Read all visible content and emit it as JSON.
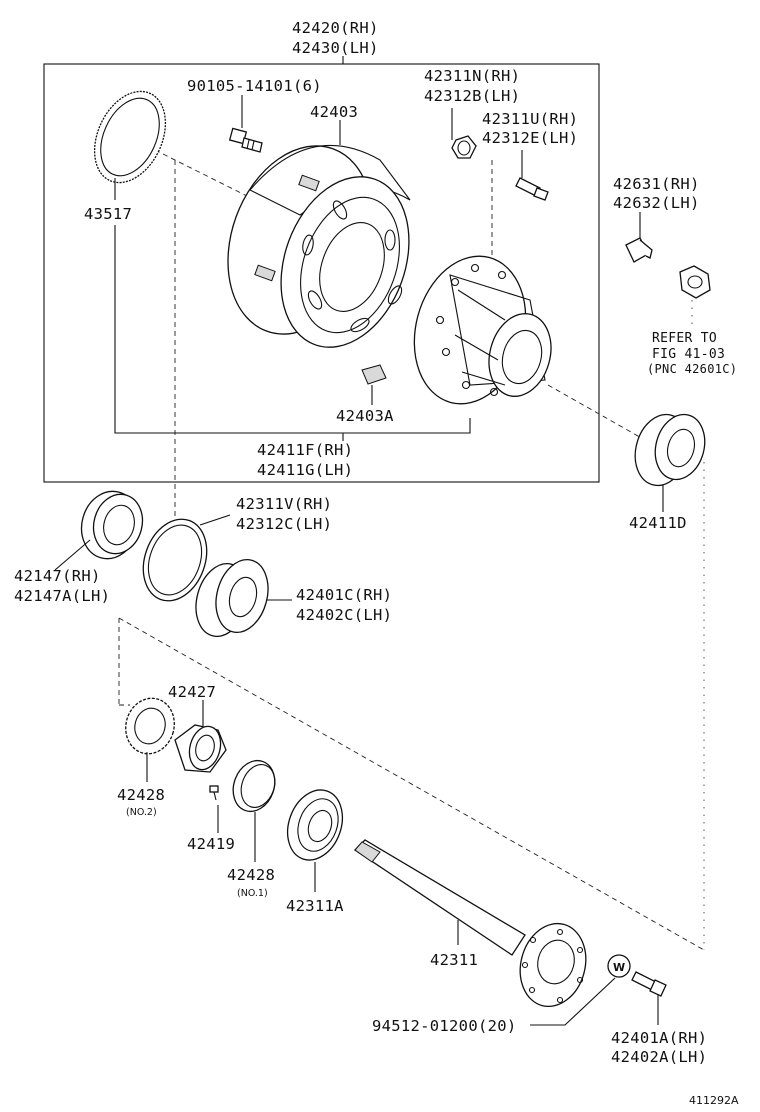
{
  "labels": {
    "hub_assy_rh": "42420(RH)",
    "hub_assy_lh": "42430(LH)",
    "bolt": "90105-14101(6)",
    "drum": "42403",
    "nut_rh": "42311N(RH)",
    "nut_lh": "42312B(LH)",
    "stud_rh": "42311U(RH)",
    "stud_lh": "42312E(LH)",
    "grease_fitting_rh": "42631(RH)",
    "grease_fitting_lh": "42632(LH)",
    "refer_1": "REFER TO",
    "refer_2": "FIG 41-03",
    "refer_3": "(PNC 42601C)",
    "sensor_rotor": "43517",
    "key": "42403A",
    "hub_rh": "42411F(RH)",
    "hub_lh": "42411G(LH)",
    "bearing_d": "42411D",
    "race_rh": "42311V(RH)",
    "race_lh": "42312C(LH)",
    "seal_rh": "42147(RH)",
    "seal_lh": "42147A(LH)",
    "bearing_rh": "42401C(RH)",
    "bearing_lh": "42402C(LH)",
    "locknut": "42427",
    "washer_no2": "42428",
    "washer_no2_note": "(NO.2)",
    "screw": "42419",
    "washer_no1": "42428",
    "washer_no1_note": "(NO.1)",
    "oil_seal": "42311A",
    "shaft": "42311",
    "washer_w": "W",
    "nut_w": "94512-01200(20)",
    "shaft_bolt_rh": "42401A(RH)",
    "shaft_bolt_lh": "42402A(LH)",
    "figure_code": "411292A"
  }
}
